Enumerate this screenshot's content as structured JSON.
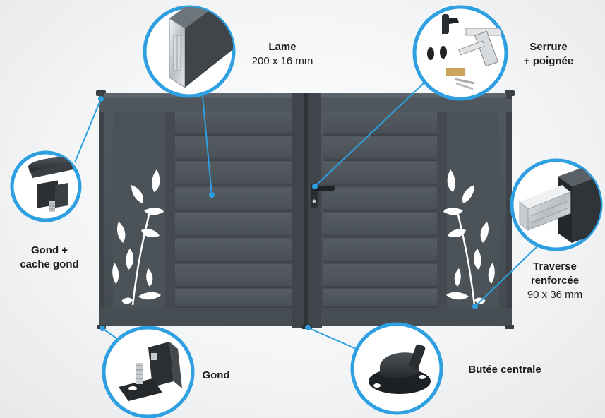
{
  "colors": {
    "accent": "#2e9fe0",
    "gate": "#4a5156",
    "gate_dark": "#3c4247",
    "background": "#f2f3f4"
  },
  "callouts": {
    "lame": {
      "title": "Lame",
      "subtitle": "200 x 16 mm",
      "icon": "aluminium-slat-profile"
    },
    "serrure": {
      "title_line1": "Serrure",
      "title_line2": "+ poignée",
      "icon": "lock-and-handle"
    },
    "gond_cache": {
      "title_line1": "Gond +",
      "title_line2": "cache gond",
      "icon": "hinge-with-cover"
    },
    "traverse": {
      "title_line1": "Traverse",
      "title_line2": "renforcée",
      "subtitle": "90 x 36 mm",
      "icon": "reinforced-crossbar-profile"
    },
    "gond": {
      "title": "Gond",
      "icon": "hinge-bracket"
    },
    "butee": {
      "title": "Butée centrale",
      "icon": "central-gate-stop"
    }
  }
}
